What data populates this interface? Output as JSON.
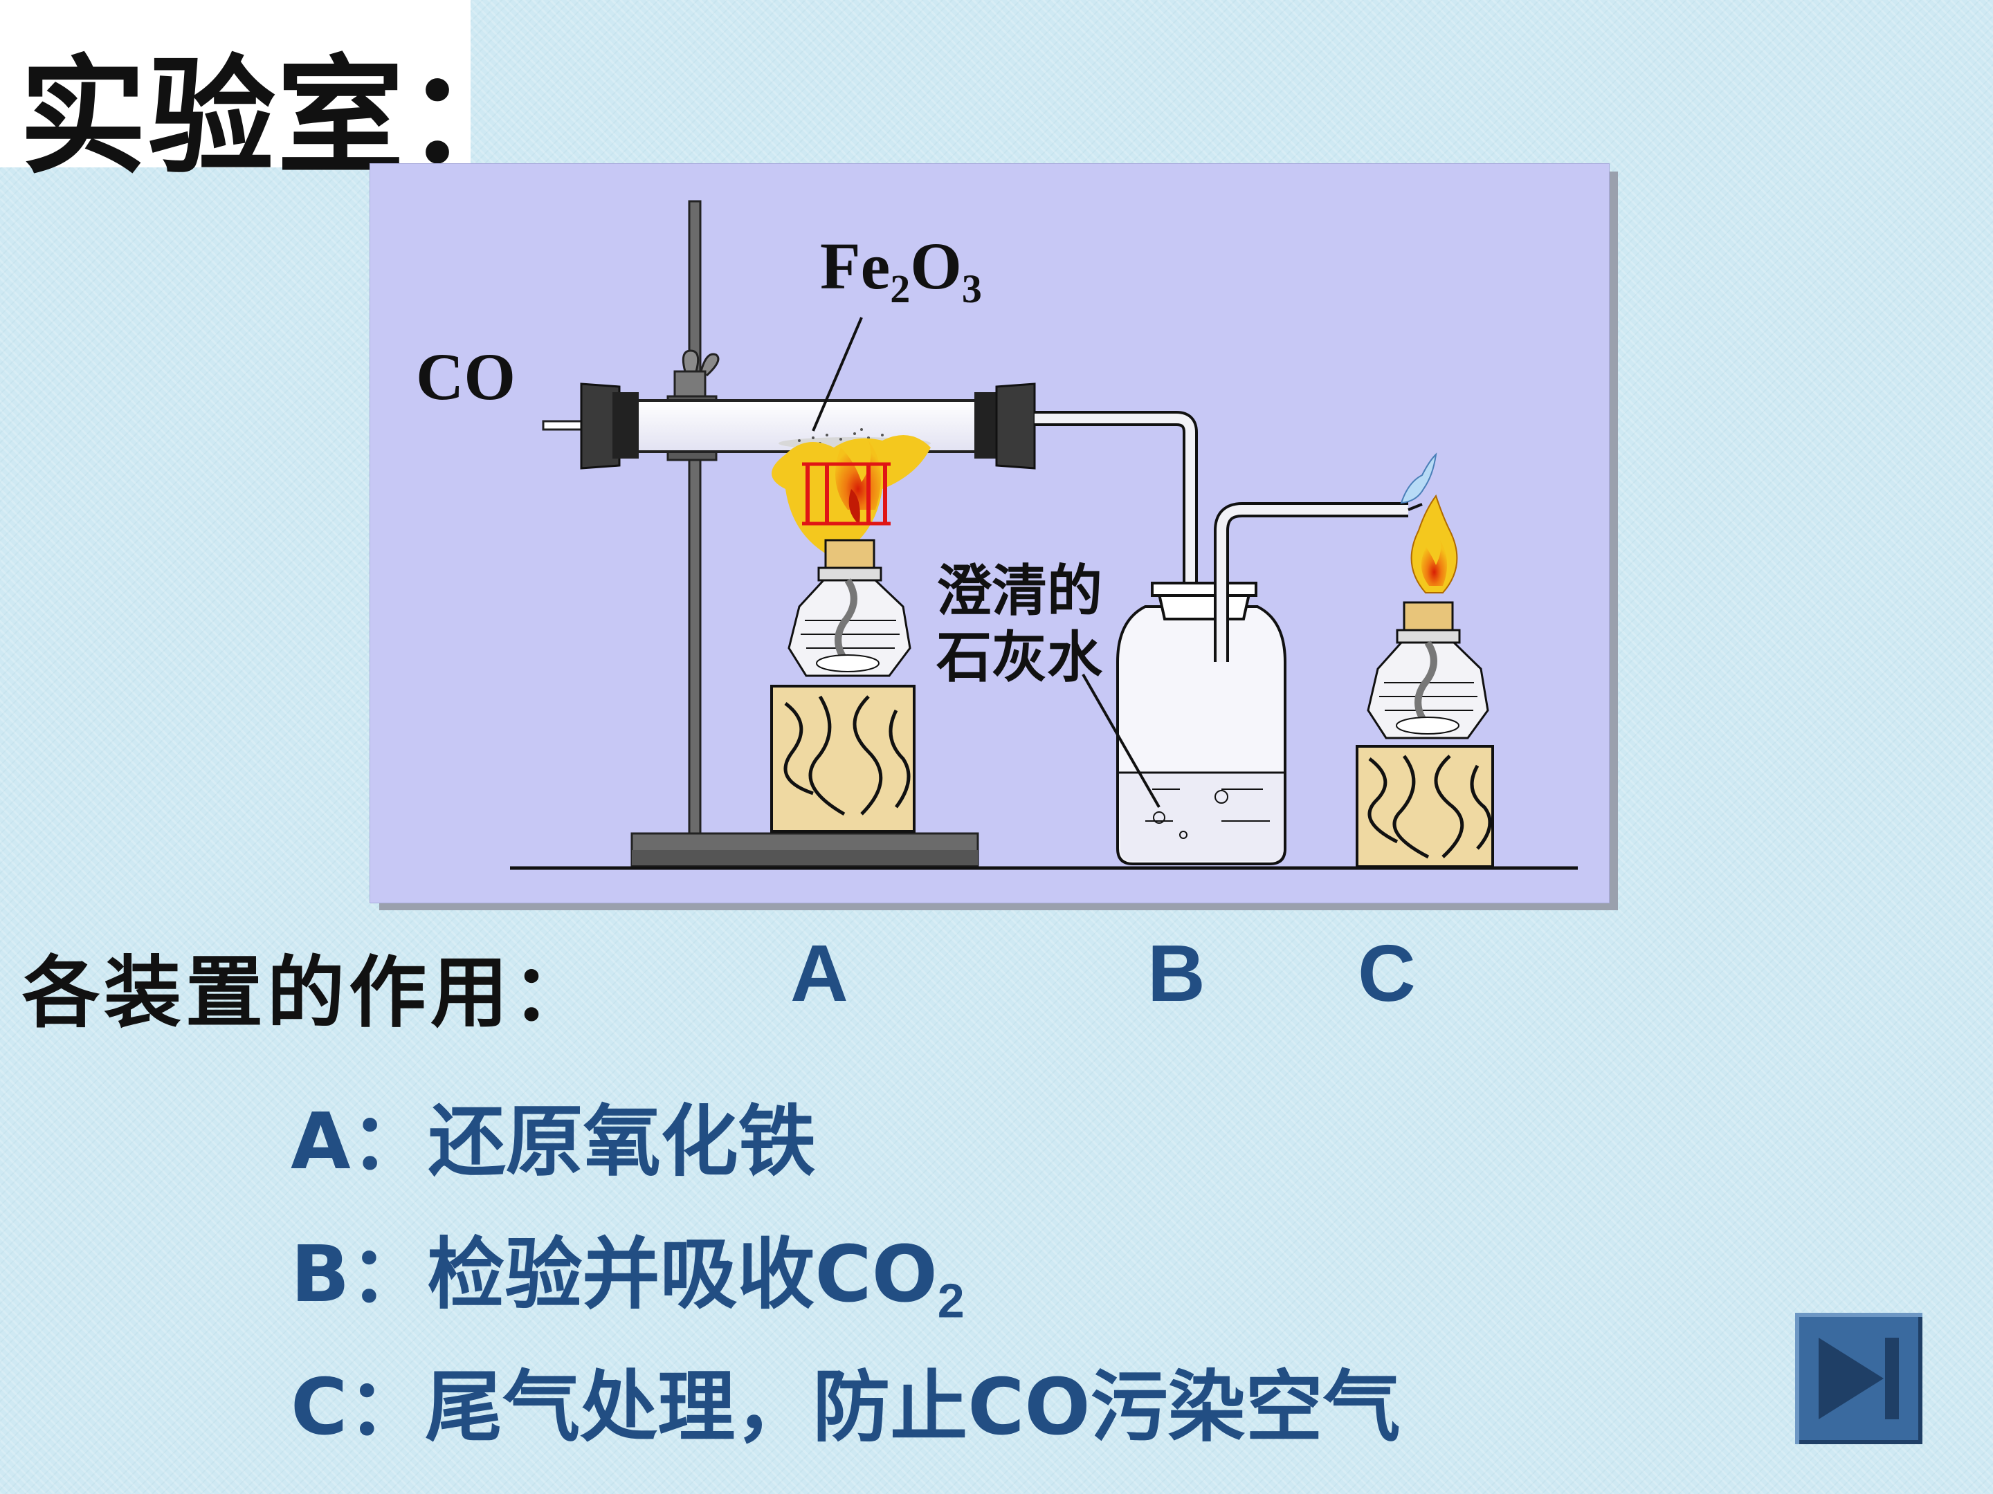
{
  "title": "实验室：",
  "diagram": {
    "label_fe2o3_main": "Fe",
    "label_fe2o3_sub1": "2",
    "label_fe2o3_o": "O",
    "label_fe2o3_sub2": "3",
    "label_co": "CO",
    "label_limewater_line1": "澄清的",
    "label_limewater_line2": "石灰水"
  },
  "device_letters": [
    "A",
    "B",
    "C"
  ],
  "roles_title": "各装置的作用：",
  "roles": [
    {
      "prefix": "A：",
      "text": "还原氧化铁"
    },
    {
      "prefix": "B：",
      "text": "检验并吸收CO",
      "sub": "2"
    },
    {
      "prefix": "C：",
      "text": "尾气处理，防止CO污染空气"
    }
  ],
  "next_button": "next-icon",
  "colors": {
    "background": "#cfe9f3",
    "panel": "#c7c8f5",
    "text_blue": "#224e83",
    "button": "#3a6a9f"
  }
}
